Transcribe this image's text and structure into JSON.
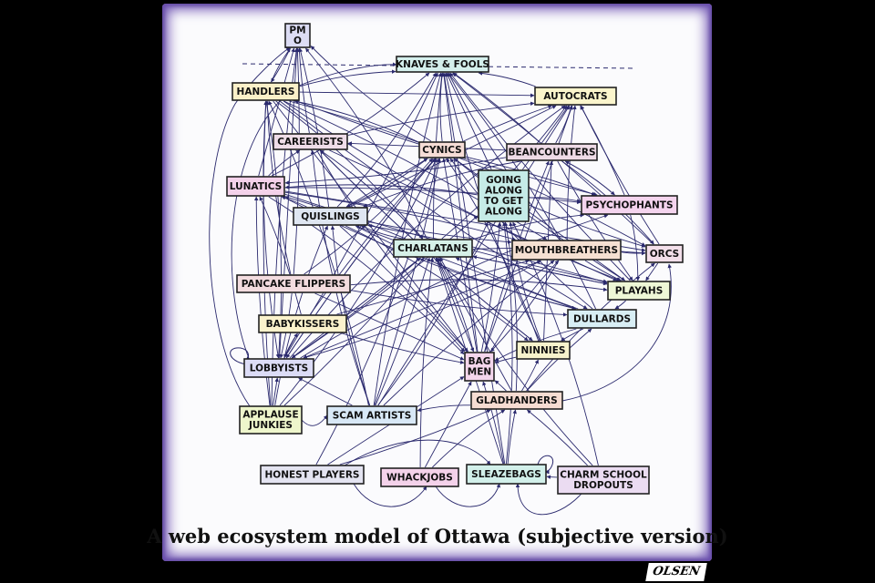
{
  "caption": "A web ecosystem model of Ottawa (subjective version)",
  "signature": "OLSEN",
  "colors": {
    "edge": "#2b2a6e",
    "background": "#fbfbfd",
    "border_glow": "#6b4fb0"
  },
  "nodes": [
    {
      "id": "pmo",
      "lines": [
        "PM",
        "O"
      ],
      "fill": "#dcdcf4"
    },
    {
      "id": "knaves",
      "lines": [
        "KNAVES & FOOLS"
      ],
      "fill": "#d4efec"
    },
    {
      "id": "handlers",
      "lines": [
        "HANDLERS"
      ],
      "fill": "#fbf0c8"
    },
    {
      "id": "autocrats",
      "lines": [
        "AUTOCRATS"
      ],
      "fill": "#fbf5cc"
    },
    {
      "id": "careerists",
      "lines": [
        "CAREERISTS"
      ],
      "fill": "#efdde8"
    },
    {
      "id": "cynics",
      "lines": [
        "CYNICS"
      ],
      "fill": "#f6ddd6"
    },
    {
      "id": "beancounters",
      "lines": [
        "BEANCOUNTERS"
      ],
      "fill": "#eedbe6"
    },
    {
      "id": "lunatics",
      "lines": [
        "LUNATICS"
      ],
      "fill": "#f4d2ea"
    },
    {
      "id": "going",
      "lines": [
        "GOING",
        "ALONG",
        "TO GET",
        "ALONG"
      ],
      "fill": "#c6ebe7"
    },
    {
      "id": "psychophants",
      "lines": [
        "PSYCHOPHANTS"
      ],
      "fill": "#f4d4ee"
    },
    {
      "id": "quislings",
      "lines": [
        "QUISLINGS"
      ],
      "fill": "#dfe6f1"
    },
    {
      "id": "charlatans",
      "lines": [
        "CHARLATANS"
      ],
      "fill": "#d6f0e8"
    },
    {
      "id": "mouthbreathers",
      "lines": [
        "MOUTHBREATHERS"
      ],
      "fill": "#f5e0d2"
    },
    {
      "id": "orcs",
      "lines": [
        "ORCS"
      ],
      "fill": "#f3dfea"
    },
    {
      "id": "pancake",
      "lines": [
        "PANCAKE FLIPPERS"
      ],
      "fill": "#f3dcdf"
    },
    {
      "id": "playahs",
      "lines": [
        "PLAYAHS"
      ],
      "fill": "#eef7d6"
    },
    {
      "id": "dullards",
      "lines": [
        "DULLARDS"
      ],
      "fill": "#d8eef4"
    },
    {
      "id": "babykissers",
      "lines": [
        "BABYKISSERS"
      ],
      "fill": "#fbf2cc"
    },
    {
      "id": "ninnies",
      "lines": [
        "NINNIES"
      ],
      "fill": "#f7f3cc"
    },
    {
      "id": "bagmen",
      "lines": [
        "BAG",
        "MEN"
      ],
      "fill": "#f4d6ec"
    },
    {
      "id": "lobbyists",
      "lines": [
        "LOBBYISTS"
      ],
      "fill": "#dcdcf6"
    },
    {
      "id": "gladhanders",
      "lines": [
        "GLADHANDERS"
      ],
      "fill": "#f6dcd2"
    },
    {
      "id": "applause",
      "lines": [
        "APPLAUSE",
        "JUNKIES"
      ],
      "fill": "#eef6cc"
    },
    {
      "id": "scam",
      "lines": [
        "SCAM ARTISTS"
      ],
      "fill": "#d8e8f6"
    },
    {
      "id": "honest",
      "lines": [
        "HONEST PLAYERS"
      ],
      "fill": "#e4e4f1"
    },
    {
      "id": "whackjobs",
      "lines": [
        "WHACKJOBS"
      ],
      "fill": "#f4d2ea"
    },
    {
      "id": "sleazebags",
      "lines": [
        "SLEAZEBAGS"
      ],
      "fill": "#d2f0ea"
    },
    {
      "id": "charm",
      "lines": [
        "CHARM SCHOOL",
        "DROPOUTS"
      ],
      "fill": "#ebdcf2"
    }
  ],
  "edges": [
    [
      "handlers",
      "pmo"
    ],
    [
      "careerists",
      "pmo"
    ],
    [
      "lunatics",
      "pmo"
    ],
    [
      "quislings",
      "pmo"
    ],
    [
      "charlatans",
      "pmo"
    ],
    [
      "cynics",
      "pmo"
    ],
    [
      "applause",
      "pmo"
    ],
    [
      "lobbyists",
      "pmo"
    ],
    [
      "pancake",
      "pmo"
    ],
    [
      "autocrats",
      "knaves"
    ],
    [
      "cynics",
      "knaves"
    ],
    [
      "charlatans",
      "knaves"
    ],
    [
      "going",
      "knaves"
    ],
    [
      "beancounters",
      "knaves"
    ],
    [
      "quislings",
      "knaves"
    ],
    [
      "mouthbreathers",
      "knaves"
    ],
    [
      "scam",
      "knaves"
    ],
    [
      "bagmen",
      "knaves"
    ],
    [
      "lobbyists",
      "knaves"
    ],
    [
      "lunatics",
      "knaves"
    ],
    [
      "handlers",
      "knaves"
    ],
    [
      "playahs",
      "knaves"
    ],
    [
      "sleazebags",
      "knaves"
    ],
    [
      "orcs",
      "knaves"
    ],
    [
      "dullards",
      "knaves"
    ],
    [
      "ninnies",
      "knaves"
    ],
    [
      "pmo",
      "handlers"
    ],
    [
      "handlers",
      "autocrats"
    ],
    [
      "handlers",
      "psychophants"
    ],
    [
      "handlers",
      "playahs"
    ],
    [
      "handlers",
      "orcs"
    ],
    [
      "handlers",
      "mouthbreathers"
    ],
    [
      "handlers",
      "bagmen"
    ],
    [
      "handlers",
      "dullards"
    ],
    [
      "handlers",
      "lobbyists"
    ],
    [
      "handlers",
      "charlatans"
    ],
    [
      "careerists",
      "autocrats"
    ],
    [
      "careerists",
      "playahs"
    ],
    [
      "careerists",
      "ninnies"
    ],
    [
      "careerists",
      "bagmen"
    ],
    [
      "lunatics",
      "careerists"
    ],
    [
      "lunatics",
      "psychophants"
    ],
    [
      "lunatics",
      "orcs"
    ],
    [
      "lunatics",
      "playahs"
    ],
    [
      "lunatics",
      "dullards"
    ],
    [
      "lunatics",
      "bagmen"
    ],
    [
      "lunatics",
      "mouthbreathers"
    ],
    [
      "quislings",
      "autocrats"
    ],
    [
      "quislings",
      "mouthbreathers"
    ],
    [
      "quislings",
      "dullards"
    ],
    [
      "quislings",
      "ninnies"
    ],
    [
      "quislings",
      "bagmen"
    ],
    [
      "quislings",
      "cynics"
    ],
    [
      "quislings",
      "lunatics"
    ],
    [
      "charlatans",
      "autocrats"
    ],
    [
      "charlatans",
      "psychophants"
    ],
    [
      "charlatans",
      "orcs"
    ],
    [
      "charlatans",
      "playahs"
    ],
    [
      "charlatans",
      "lunatics"
    ],
    [
      "charlatans",
      "careerists"
    ],
    [
      "charlatans",
      "quislings"
    ],
    [
      "charlatans",
      "lobbyists"
    ],
    [
      "charlatans",
      "bagmen"
    ],
    [
      "mouthbreathers",
      "playahs"
    ],
    [
      "mouthbreathers",
      "orcs"
    ],
    [
      "mouthbreathers",
      "bagmen"
    ],
    [
      "mouthbreathers",
      "autocrats"
    ],
    [
      "mouthbreathers",
      "lobbyists"
    ],
    [
      "psychophants",
      "autocrats"
    ],
    [
      "psychophants",
      "beancounters"
    ],
    [
      "psychophants",
      "playahs"
    ],
    [
      "orcs",
      "autocrats"
    ],
    [
      "orcs",
      "playahs"
    ],
    [
      "pancake",
      "lunatics"
    ],
    [
      "pancake",
      "cynics"
    ],
    [
      "pancake",
      "playahs"
    ],
    [
      "pancake",
      "lobbyists"
    ],
    [
      "pancake",
      "bagmen"
    ],
    [
      "pancake",
      "dullards"
    ],
    [
      "babykissers",
      "lobbyists"
    ],
    [
      "babykissers",
      "handlers"
    ],
    [
      "babykissers",
      "cynics"
    ],
    [
      "babykissers",
      "mouthbreathers"
    ],
    [
      "babykissers",
      "bagmen"
    ],
    [
      "lobbyists",
      "handlers"
    ],
    [
      "lobbyists",
      "autocrats"
    ],
    [
      "lobbyists",
      "cynics"
    ],
    [
      "lobbyists",
      "charlatans"
    ],
    [
      "lobbyists",
      "going"
    ],
    [
      "lobbyists",
      "mouthbreathers"
    ],
    [
      "lobbyists",
      "psychophants"
    ],
    [
      "lobbyists",
      "babykissers"
    ],
    [
      "scam",
      "lobbyists"
    ],
    [
      "scam",
      "charlatans"
    ],
    [
      "scam",
      "going"
    ],
    [
      "scam",
      "quislings"
    ],
    [
      "scam",
      "mouthbreathers"
    ],
    [
      "scam",
      "autocrats"
    ],
    [
      "scam",
      "cynics"
    ],
    [
      "scam",
      "handlers"
    ],
    [
      "scam",
      "careerists"
    ],
    [
      "applause",
      "handlers"
    ],
    [
      "applause",
      "lobbyists"
    ],
    [
      "applause",
      "charlatans"
    ],
    [
      "applause",
      "cynics"
    ],
    [
      "applause",
      "quislings"
    ],
    [
      "applause",
      "lunatics"
    ],
    [
      "bagmen",
      "cynics"
    ],
    [
      "bagmen",
      "going"
    ],
    [
      "bagmen",
      "charlatans"
    ],
    [
      "bagmen",
      "mouthbreathers"
    ],
    [
      "bagmen",
      "beancounters"
    ],
    [
      "bagmen",
      "autocrats"
    ],
    [
      "ninnies",
      "bagmen"
    ],
    [
      "ninnies",
      "cynics"
    ],
    [
      "ninnies",
      "going"
    ],
    [
      "ninnies",
      "careerists"
    ],
    [
      "ninnies",
      "beancounters"
    ],
    [
      "dullards",
      "ninnies"
    ],
    [
      "dullards",
      "bagmen"
    ],
    [
      "dullards",
      "cynics"
    ],
    [
      "dullards",
      "charlatans"
    ],
    [
      "dullards",
      "quislings"
    ],
    [
      "gladhanders",
      "bagmen"
    ],
    [
      "gladhanders",
      "scam"
    ],
    [
      "gladhanders",
      "orcs"
    ],
    [
      "gladhanders",
      "dullards"
    ],
    [
      "gladhanders",
      "charlatans"
    ],
    [
      "gladhanders",
      "ninnies"
    ],
    [
      "gladhanders",
      "going"
    ],
    [
      "playahs",
      "dullards"
    ],
    [
      "playahs",
      "cynics"
    ],
    [
      "playahs",
      "charlatans"
    ],
    [
      "playahs",
      "quislings"
    ],
    [
      "beancounters",
      "autocrats"
    ],
    [
      "beancounters",
      "orcs"
    ],
    [
      "beancounters",
      "lunatics"
    ],
    [
      "beancounters",
      "careerists"
    ],
    [
      "beancounters",
      "playahs"
    ],
    [
      "beancounters",
      "quislings"
    ],
    [
      "beancounters",
      "psychophants"
    ],
    [
      "cynics",
      "autocrats"
    ],
    [
      "cynics",
      "playahs"
    ],
    [
      "cynics",
      "lobbyists"
    ],
    [
      "cynics",
      "handlers"
    ],
    [
      "cynics",
      "quislings"
    ],
    [
      "cynics",
      "psychophants"
    ],
    [
      "going",
      "autocrats"
    ],
    [
      "going",
      "orcs"
    ],
    [
      "going",
      "lunatics"
    ],
    [
      "going",
      "psychophants"
    ],
    [
      "sleazebags",
      "gladhanders"
    ],
    [
      "sleazebags",
      "charlatans"
    ],
    [
      "sleazebags",
      "bagmen"
    ],
    [
      "sleazebags",
      "going"
    ],
    [
      "whackjobs",
      "gladhanders"
    ],
    [
      "whackjobs",
      "charlatans"
    ],
    [
      "whackjobs",
      "bagmen"
    ],
    [
      "charm",
      "gladhanders"
    ],
    [
      "charm",
      "going"
    ],
    [
      "charm",
      "charlatans"
    ],
    [
      "charm",
      "sleazebags"
    ],
    [
      "honest",
      "bagmen"
    ],
    [
      "honest",
      "gladhanders"
    ],
    [
      "honest",
      "cynics"
    ]
  ]
}
